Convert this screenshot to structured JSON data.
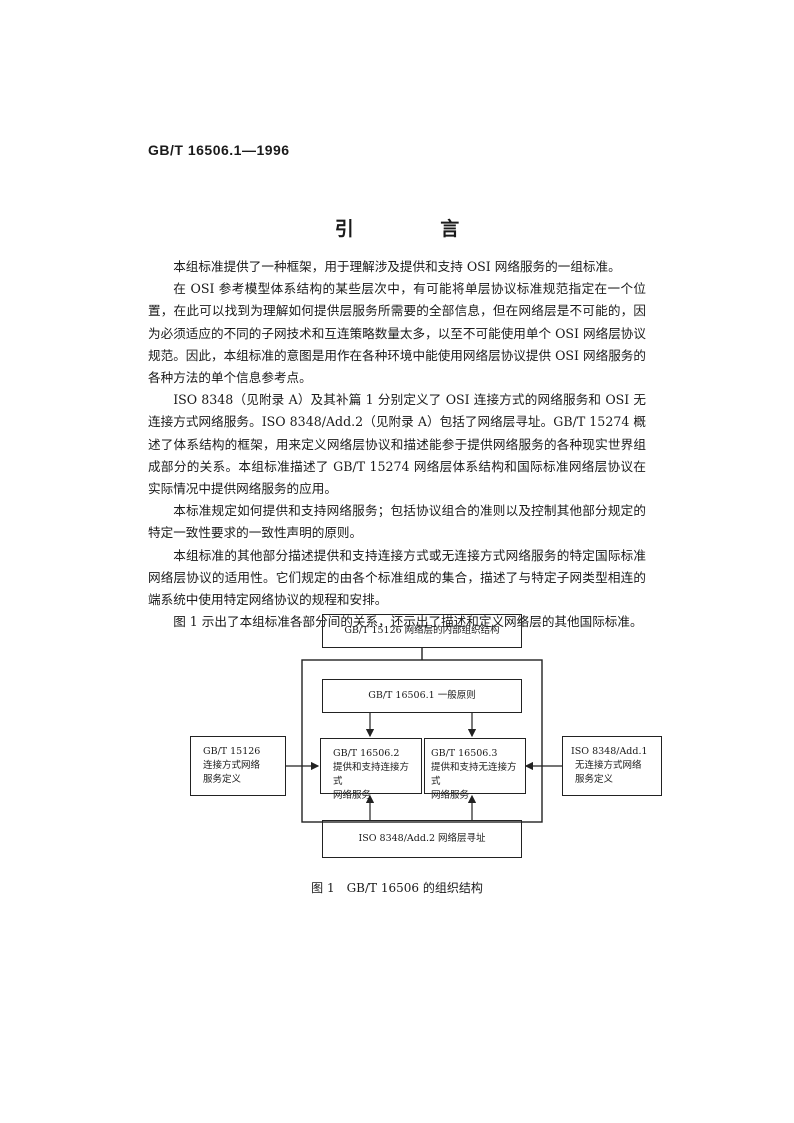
{
  "header": {
    "standard_no": "GB/T 16506.1—1996"
  },
  "title": "引 言",
  "paragraphs": [
    "本组标准提供了一种框架，用于理解涉及提供和支持 OSI 网络服务的一组标准。",
    "在 OSI 参考模型体系结构的某些层次中，有可能将单层协议标准规范指定在一个位置，在此可以找到为理解如何提供层服务所需要的全部信息，但在网络层是不可能的，因为必须适应的不同的子网技术和互连策略数量太多，以至不可能使用单个 OSI 网络层协议规范。因此，本组标准的意图是用作在各种环境中能使用网络层协议提供 OSI 网络服务的各种方法的单个信息参考点。",
    "ISO 8348（见附录 A）及其补篇 1 分别定义了 OSI 连接方式的网络服务和 OSI 无连接方式网络服务。ISO 8348/Add.2（见附录 A）包括了网络层寻址。GB/T 15274 概述了体系结构的框架，用来定义网络层协议和描述能参于提供网络服务的各种现实世界组成部分的关系。本组标准描述了 GB/T 15274 网络层体系结构和国际标准网络层协议在实际情况中提供网络服务的应用。",
    "本标准规定如何提供和支持网络服务；包括协议组合的准则以及控制其他部分规定的特定一致性要求的一致性声明的原则。",
    "本组标准的其他部分描述提供和支持连接方式或无连接方式网络服务的特定国际标准网络层协议的适用性。它们规定的由各个标准组成的集合，描述了与特定子网类型相连的端系统中使用特定网络协议的规程和安排。",
    "图 1 示出了本组标准各部分间的关系，还示出了描述和定义网络层的其他国际标准。"
  ],
  "diagram": {
    "top": "GB/T 15126 网络层的内部组织结构",
    "general": "GB/T 16506.1 一般原则",
    "part2_line1": "GB/T 16506.2",
    "part2_line2": "提供和支持连接方式",
    "part2_line3": "网络服务",
    "part3_line1": "GB/T 16506.3",
    "part3_line2": "提供和支持无连接方式",
    "part3_line3": "网络服务",
    "left_line1": "GB/T 15126",
    "left_line2": "连接方式网络",
    "left_line3": "服务定义",
    "right_line1": "ISO 8348/Add.1",
    "right_line2": "无连接方式网络",
    "right_line3": "服务定义",
    "bottom": "ISO 8348/Add.2 网络层寻址"
  },
  "caption": "图 1　GB/T 16506 的组织结构"
}
